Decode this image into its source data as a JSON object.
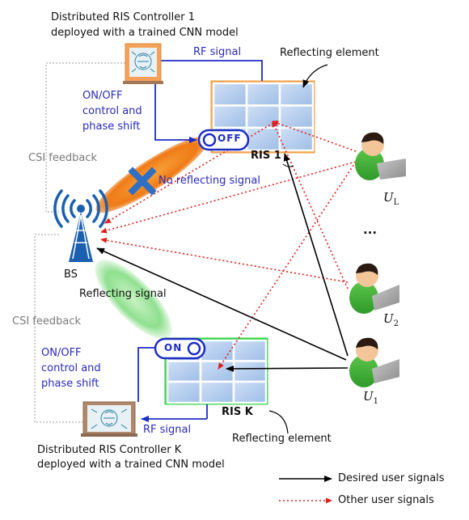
{
  "controller_1": {
    "line1": "Distributed RIS Controller 1",
    "line2": "deployed with a trained CNN model"
  },
  "controller_k": {
    "line1": "Distributed RIS Controller K",
    "line2": "deployed with a trained CNN model"
  },
  "rf_signal_1": "RF signal",
  "rf_signal_k": "RF signal",
  "reflecting_element_top": "Reflecting element",
  "reflecting_element_bottom": "Reflecting element",
  "control_1": {
    "line1": "ON/OFF",
    "line2": "control and",
    "line3": "phase shift"
  },
  "control_k": {
    "line1": "ON/OFF",
    "line2": "control and",
    "line3": "phase shift"
  },
  "switch_1": "OFF",
  "switch_k": "ON",
  "ris_1": "RIS 1",
  "ris_k": "RIS K",
  "csi_feedback_top": "CSI feedback",
  "csi_feedback_bottom": "CSI feedback",
  "no_reflecting_signal": "No reflecting signal",
  "reflecting_signal": "Reflecting signal",
  "bs": "BS",
  "users": {
    "ul": {
      "base": "U",
      "sub": "L"
    },
    "u2": {
      "base": "U",
      "sub": "2"
    },
    "u1": {
      "base": "U",
      "sub": "1"
    },
    "dots": "..."
  },
  "legend": {
    "desired": "Desired user signals",
    "other": "Other user signals"
  },
  "colors": {
    "desired_signal": "#000000",
    "other_signal": "#e0201b",
    "control_wire": "#1c2dc4",
    "ris_1_frame": "#f0a24a",
    "ris_k_frame": "#33d14a",
    "beam_blocked": "#ef7a16",
    "beam_reflecting": "#8fe08f"
  }
}
